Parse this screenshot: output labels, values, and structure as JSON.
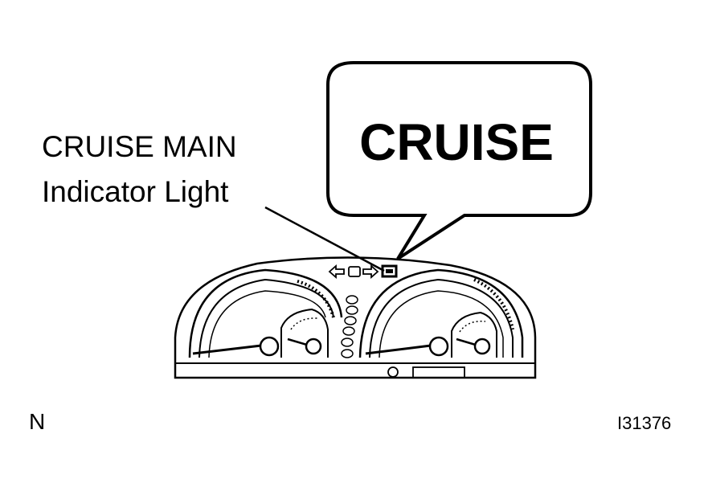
{
  "callout": {
    "line1": "CRUISE MAIN",
    "line2": "Indicator Light"
  },
  "bubble": {
    "text": "CRUISE"
  },
  "corner": {
    "left": "N",
    "right": "I31376"
  }
}
